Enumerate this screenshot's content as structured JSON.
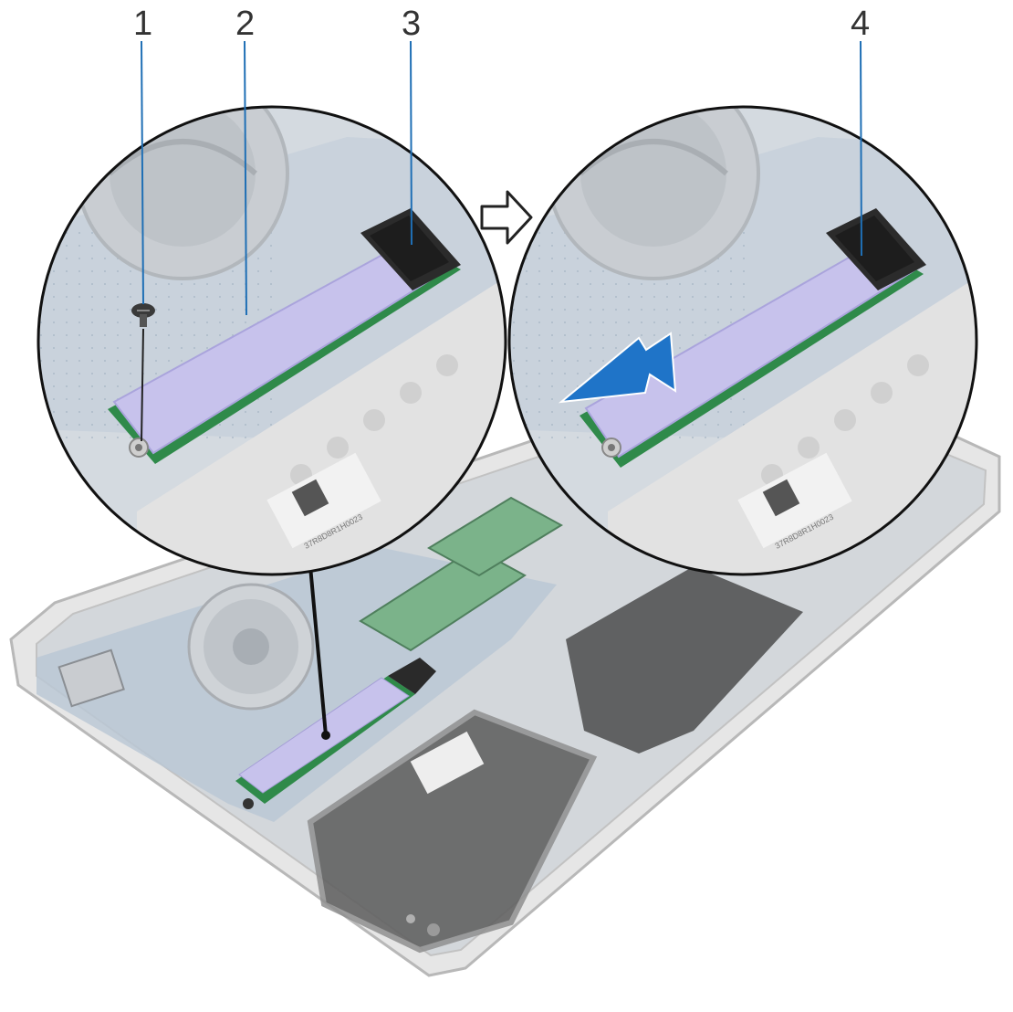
{
  "callouts": [
    {
      "number": "1",
      "part": "screw"
    },
    {
      "number": "2",
      "part": "ssd-thermal-pad"
    },
    {
      "number": "3",
      "part": "ssd-slot"
    },
    {
      "number": "4",
      "part": "ssd-slot"
    }
  ],
  "label_text": {
    "left_qr": "37R8D8R1H0023",
    "right_qr": "37R8D8R1H0023"
  },
  "colors": {
    "thermal_pad": "#c7c2ec",
    "pcb": "#2f8a4a",
    "board": "#d6dee6",
    "chassis": "#d9d9d9",
    "leader": "#1f6fb5",
    "arrow": "#1f74c8"
  }
}
